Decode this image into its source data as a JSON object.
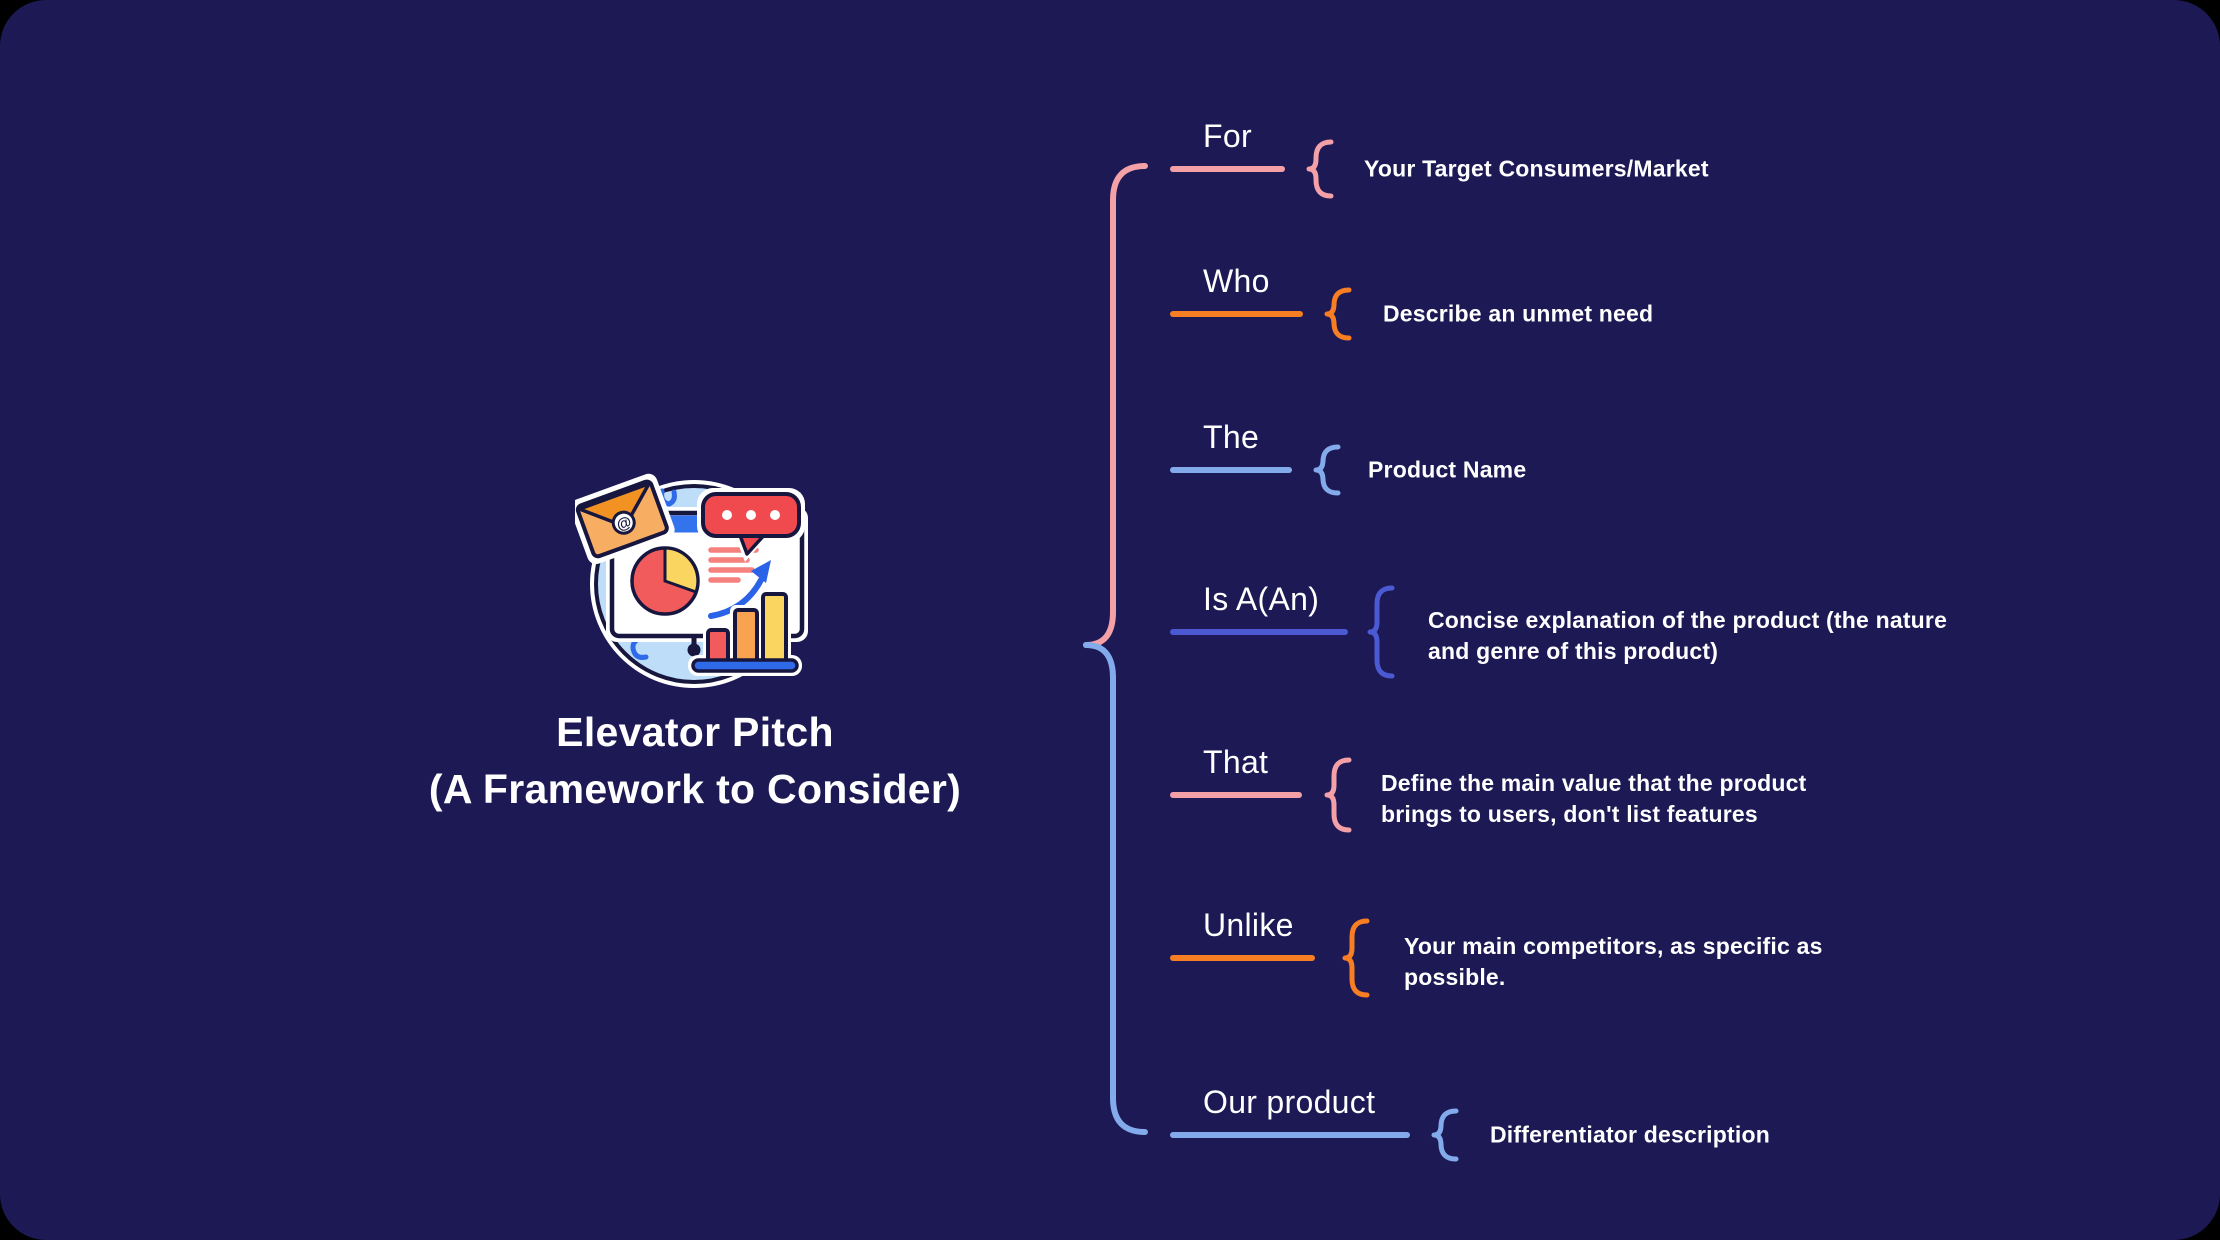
{
  "title": {
    "line1": "Elevator Pitch",
    "line2": "(A Framework to Consider)"
  },
  "center_illustration": {
    "name": "marketing-presentation-illustration",
    "elements": [
      "envelope-icon",
      "at-symbol",
      "speech-bubble-icon",
      "pie-chart-icon",
      "text-lines-icon",
      "growth-arrow-icon",
      "bar-chart-icon",
      "easel-stand-icon",
      "confetti-marks"
    ]
  },
  "branches": [
    {
      "label": "For",
      "description": "Your Target Consumers/Market",
      "color": "pink"
    },
    {
      "label": "Who",
      "description": "Describe an unmet need",
      "color": "orange"
    },
    {
      "label": "The",
      "description": "Product Name",
      "color": "blue"
    },
    {
      "label": "Is A(An)",
      "description": "Concise explanation of the product (the nature and genre of this product)",
      "color": "indigo"
    },
    {
      "label": "That",
      "description": "Define the main value that the product brings to users, don't list features",
      "color": "pink"
    },
    {
      "label": "Unlike",
      "description": "Your main competitors, as specific as possible.",
      "color": "orange"
    },
    {
      "label": "Our product",
      "description": "Differentiator description",
      "color": "blue"
    }
  ],
  "main_brace": {
    "top_color_key": "pink",
    "bottom_color_key": "blue"
  },
  "palette": {
    "page_background": "#000000",
    "canvas_background": "#1d1955",
    "text": "#ffffff",
    "pink": "#f4a0a7",
    "orange": "#f87e23",
    "blue": "#83abec",
    "indigo": "#4b59d3",
    "illustration_circle": "#beddf8",
    "illustration_board": "#ffffff",
    "illustration_board_bar": "#3473ee",
    "illustration_red": "#f0494e",
    "illustration_pie_red": "#f15b5b",
    "illustration_yellow": "#fad55f",
    "illustration_bar_orange": "#f7a34f",
    "illustration_envelope": "#f7ae62",
    "illustration_envelope_flap": "#f29222",
    "illustration_arrow_blue": "#2b63e8",
    "illustration_outline": "#16163e"
  }
}
